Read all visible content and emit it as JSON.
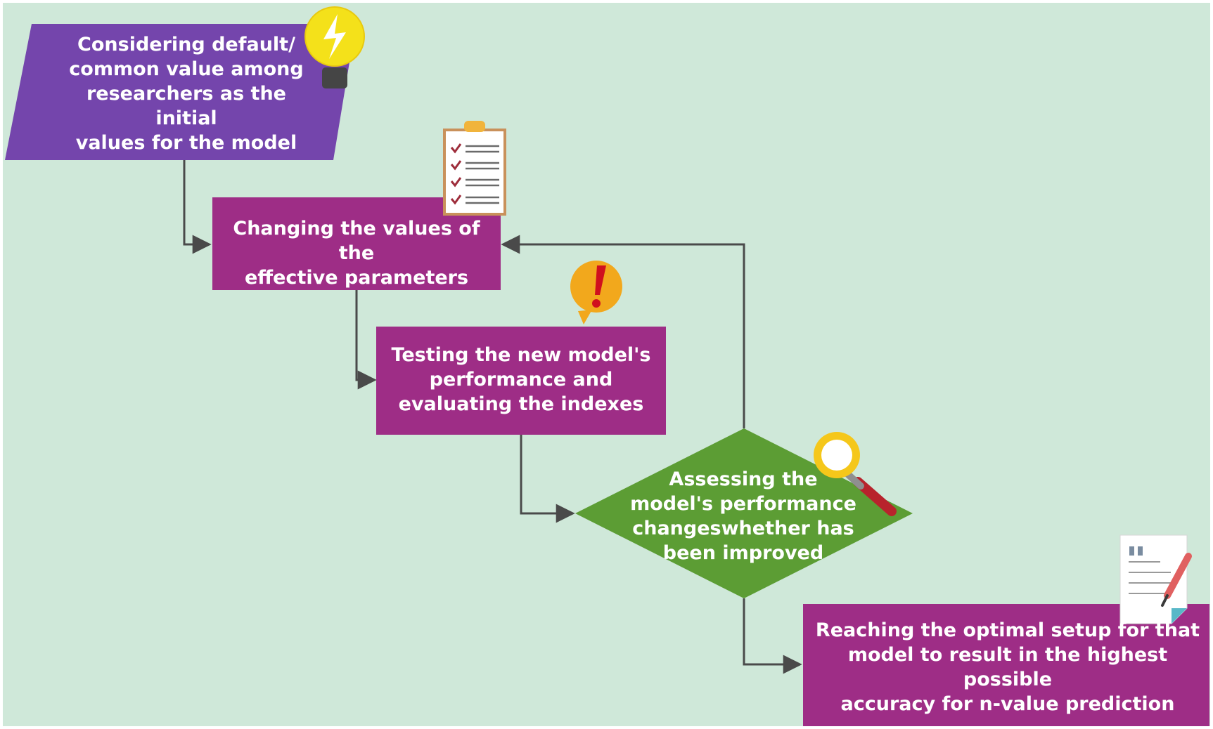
{
  "diagram": {
    "colors": {
      "background": "#cfe8d9",
      "start_node": "#7445ac",
      "process_node": "#9e2d86",
      "decision_node": "#5c9d34",
      "connector": "#4a4a4a"
    },
    "nodes": [
      {
        "id": "step1",
        "shape": "parallelogram",
        "icon": "lightbulb-icon",
        "text": "Considering default/\ncommon value among\nresearchers as the initial\nvalues for the model"
      },
      {
        "id": "step2",
        "shape": "rectangle",
        "icon": "clipboard-checklist-icon",
        "text": "Changing the values of the\neffective parameters"
      },
      {
        "id": "step3",
        "shape": "rectangle",
        "icon": "exclamation-icon",
        "text": "Testing the new model's\nperformance and\nevaluating the indexes"
      },
      {
        "id": "step4",
        "shape": "diamond",
        "icon": "magnifier-icon",
        "text": "Assessing the\nmodel's performance\nchangeswhether has\nbeen improved"
      },
      {
        "id": "step5",
        "shape": "rectangle",
        "icon": "document-pen-icon",
        "text": "Reaching the optimal setup for that\nmodel to result in the highest possible\naccuracy for n-value prediction"
      }
    ],
    "edges": [
      {
        "from": "step1",
        "to": "step2"
      },
      {
        "from": "step2",
        "to": "step3"
      },
      {
        "from": "step3",
        "to": "step4"
      },
      {
        "from": "step4",
        "to": "step2"
      },
      {
        "from": "step4",
        "to": "step5"
      }
    ]
  }
}
